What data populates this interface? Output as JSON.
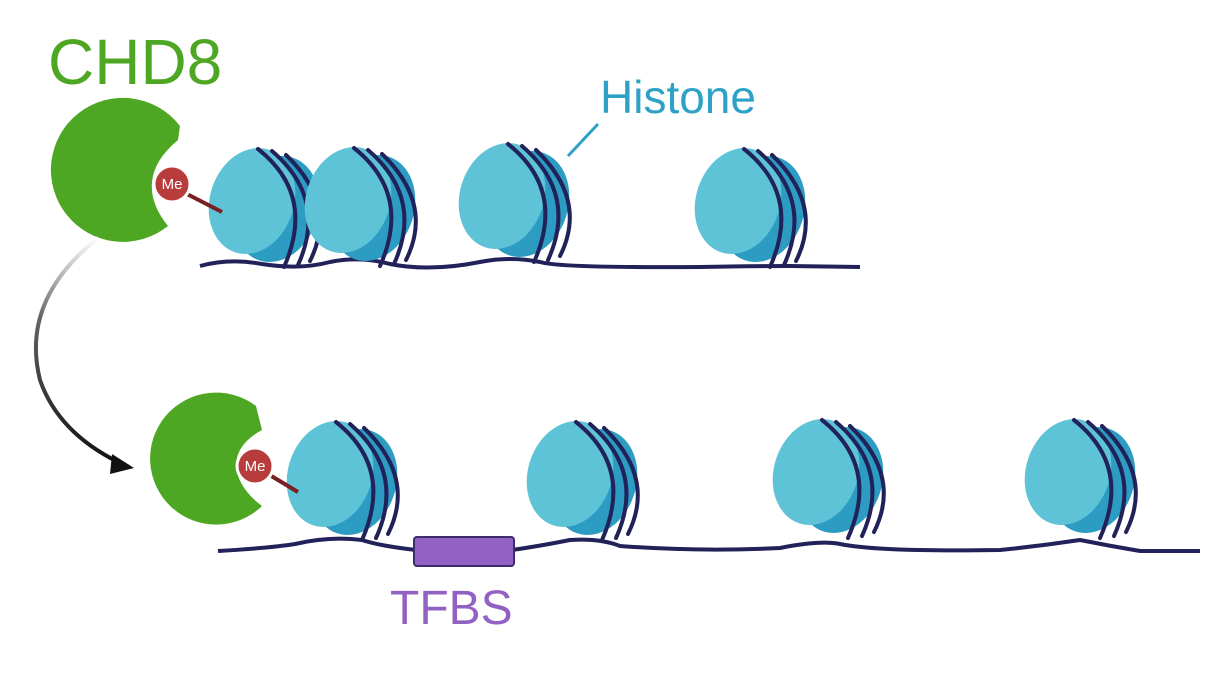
{
  "labels": {
    "protein": "CHD8",
    "histone": "Histone",
    "binding_site": "TFBS",
    "methyl_mark": "Me"
  },
  "colors": {
    "protein": "#4ea723",
    "histone_light": "#5ec3d6",
    "histone_dark": "#2d9cc3",
    "histone_label": "#2ea1c7",
    "dna": "#22225a",
    "methyl": "#b83c3c",
    "tfbs": "#9261c4",
    "arrow": "#111111"
  },
  "icons": {
    "protein": "pacman-shape-icon",
    "histone": "nucleosome-cylinder-icon",
    "methyl": "methyl-ball-icon",
    "arrow": "curved-arrow-icon"
  }
}
